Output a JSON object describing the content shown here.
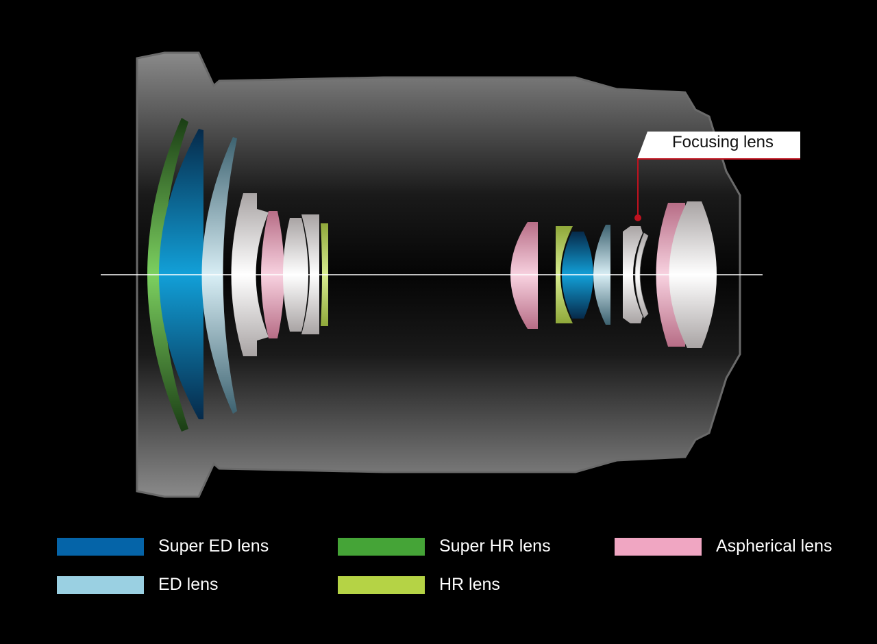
{
  "callout": {
    "label": "Focusing lens",
    "color": "#c0121f"
  },
  "legend": [
    {
      "label": "Super ED lens",
      "color": "#0564a8"
    },
    {
      "label": "Super HR lens",
      "color": "#45a437"
    },
    {
      "label": "Aspherical lens",
      "color": "#f0a6c2"
    },
    {
      "label": "ED lens",
      "color": "#9ad0e2"
    },
    {
      "label": "HR lens",
      "color": "#b5d345"
    }
  ]
}
